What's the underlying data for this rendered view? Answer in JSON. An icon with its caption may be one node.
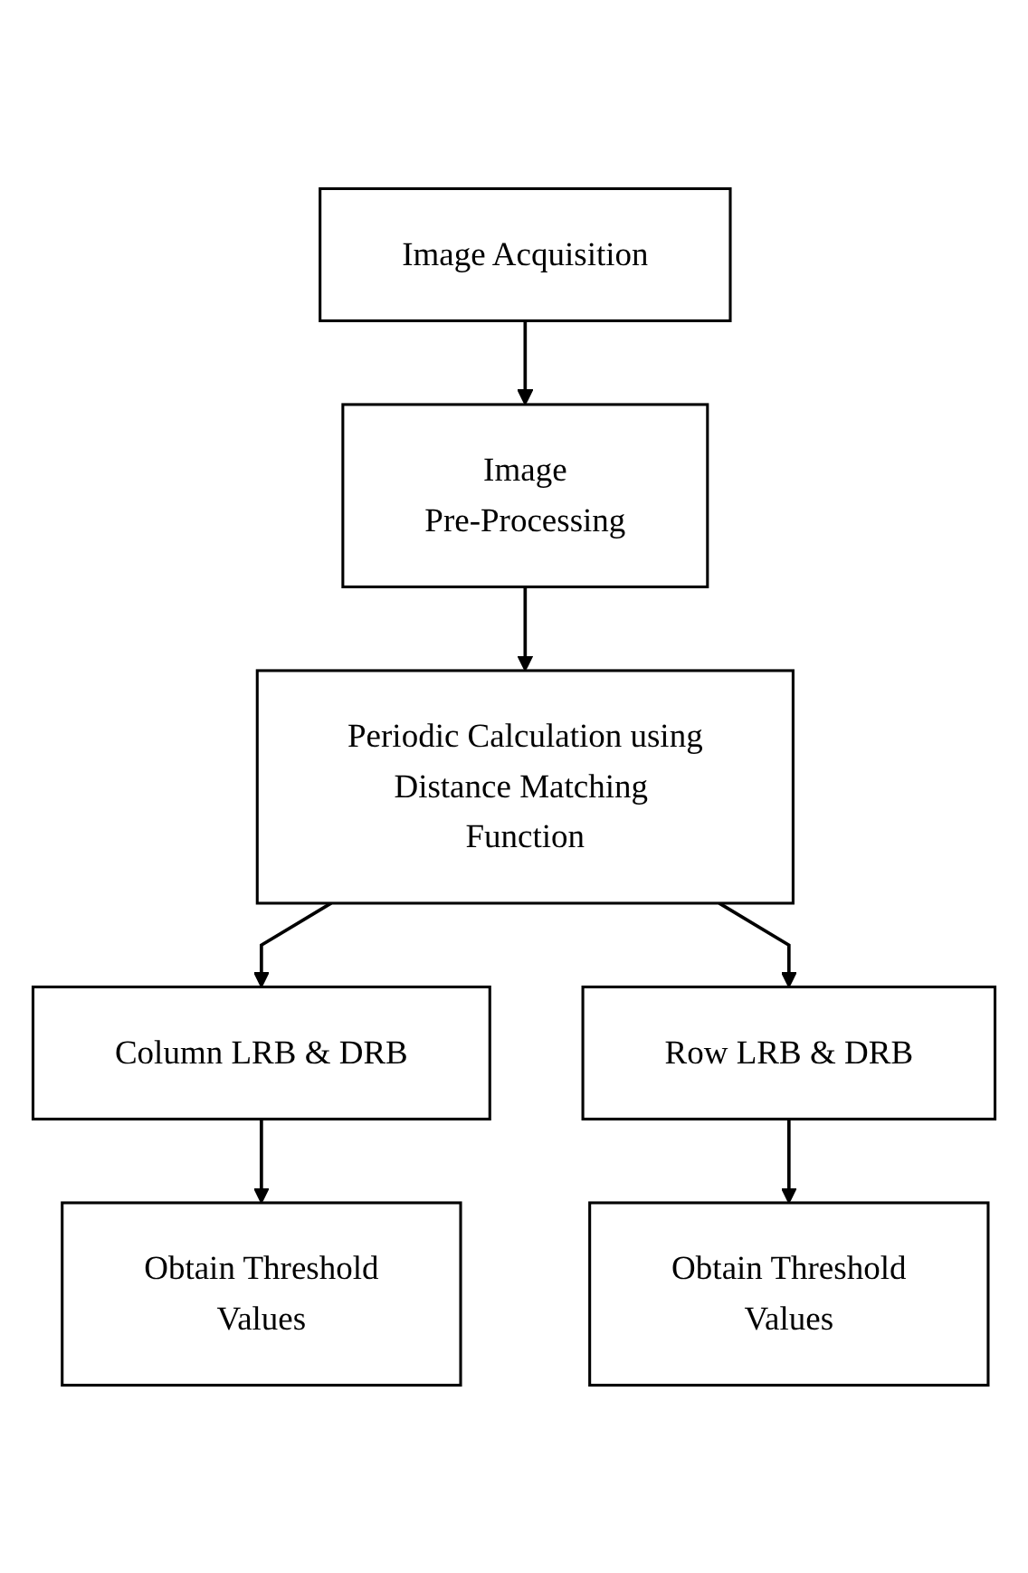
{
  "diagram": {
    "nodes": [
      {
        "text": [
          "Image Acquisition"
        ]
      },
      {
        "text": [
          "Image Pre-Processing"
        ]
      },
      {
        "text": [
          "Periodic Calculation using Distance Matching Function"
        ]
      },
      {
        "text": [
          "Column LRB & DRB"
        ]
      },
      {
        "text": [
          "Row LRB & DRB"
        ]
      },
      {
        "text": [
          "Obtain Threshold Values"
        ]
      },
      {
        "text": [
          "Obtain Threshold Values"
        ]
      }
    ],
    "edges": [
      {
        "from": 0,
        "to": 1,
        "arrow": "to"
      },
      {
        "from": 1,
        "to": 2,
        "arrow": "to"
      },
      {
        "from": 2,
        "to": 3,
        "arrow": "to"
      },
      {
        "from": 2,
        "to": 4,
        "arrow": "to"
      },
      {
        "from": 3,
        "to": 5,
        "arrow": "to"
      },
      {
        "from": 4,
        "to": 6,
        "arrow": "to"
      }
    ]
  }
}
